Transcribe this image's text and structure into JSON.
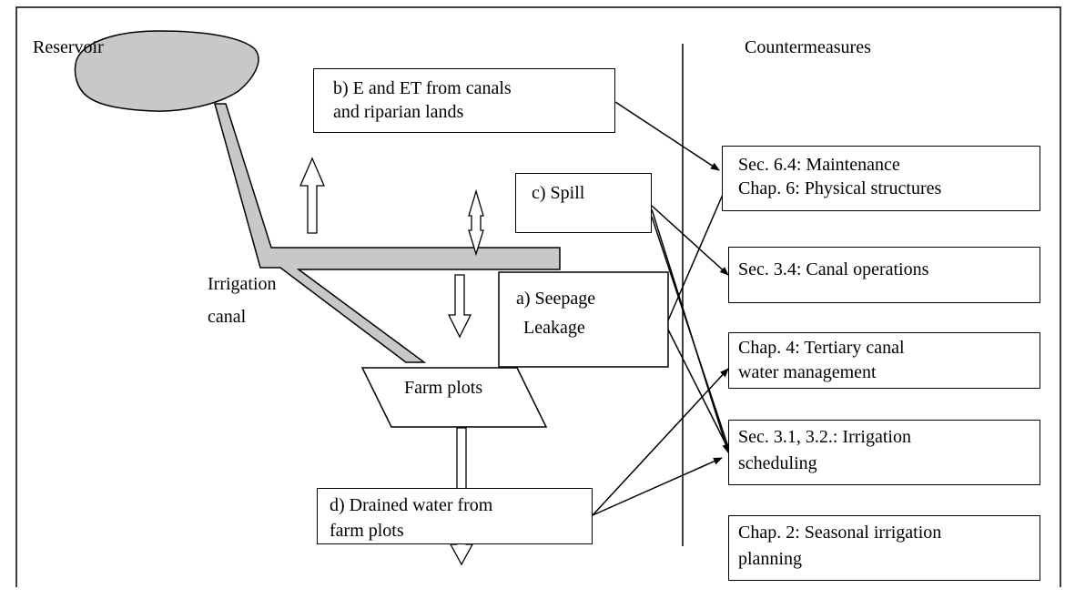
{
  "headers": {
    "left": "Reservoir",
    "right": "Countermeasures"
  },
  "labels": {
    "irrigation_canal": [
      "Irrigation",
      "canal"
    ],
    "farm_plots": "Farm plots"
  },
  "loss_boxes": {
    "seepage": [
      "a) Seepage",
      "Leakage"
    ],
    "evaporation": [
      "b) E and ET from canals",
      "and riparian lands"
    ],
    "spill": [
      "c) Spill"
    ],
    "drained": [
      "d) Drained water from",
      "farm plots"
    ]
  },
  "countermeasures": {
    "maintenance": [
      "Sec. 6.4: Maintenance",
      "Chap. 6: Physical structures"
    ],
    "canal_operations": [
      "Sec. 3.4: Canal operations"
    ],
    "tertiary": [
      "Chap. 4: Tertiary canal",
      "water management"
    ],
    "scheduling": [
      "Sec. 3.1, 3.2.: Irrigation",
      "scheduling"
    ],
    "seasonal": [
      "Chap. 2: Seasonal irrigation",
      "planning"
    ]
  },
  "colors": {
    "canal_fill": "#c8c8c8",
    "line": "#000000",
    "background": "#ffffff"
  }
}
